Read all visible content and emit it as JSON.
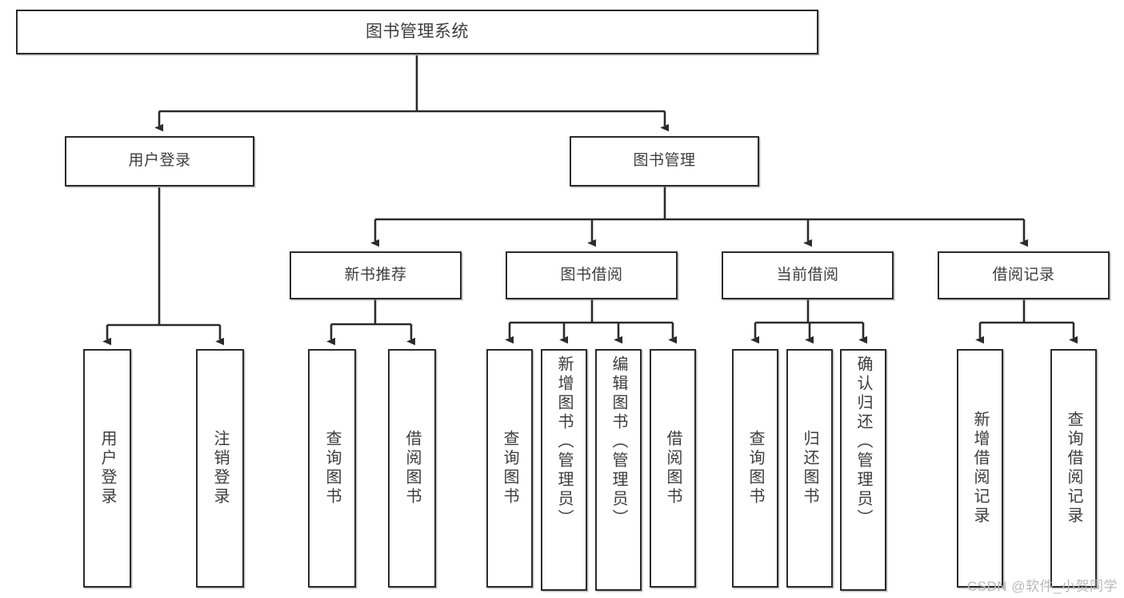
{
  "diagram": {
    "title": "图书管理系统",
    "type": "tree-hierarchy-diagram",
    "colors": {
      "box_border": "#2b2b2b",
      "box_fill": "#ffffff",
      "text": "#3d3d3d",
      "connector": "#2b2b2b",
      "watermark": "#b9b9b9",
      "background": "#ffffff"
    },
    "root": {
      "label": "图书管理系统"
    },
    "level1": [
      {
        "label": "用户登录"
      },
      {
        "label": "图书管理"
      }
    ],
    "level2": [
      {
        "label": "新书推荐"
      },
      {
        "label": "图书借阅"
      },
      {
        "label": "当前借阅"
      },
      {
        "label": "借阅记录"
      }
    ],
    "leaves": {
      "user_login": [
        {
          "label": "用户登录"
        },
        {
          "label": "注销登录"
        }
      ],
      "new_book_recommend": [
        {
          "label": "查询图书"
        },
        {
          "label": "借阅图书"
        }
      ],
      "book_borrow": [
        {
          "label": "查询图书"
        },
        {
          "label": "新增图书（管理员）"
        },
        {
          "label": "编辑图书（管理员）"
        },
        {
          "label": "借阅图书"
        }
      ],
      "current_borrow": [
        {
          "label": "查询图书"
        },
        {
          "label": "归还图书"
        },
        {
          "label": "确认归还（管理员）"
        }
      ],
      "borrow_record": [
        {
          "label": "新增借阅记录"
        },
        {
          "label": "查询借阅记录"
        }
      ]
    }
  },
  "watermark": {
    "text": "CSDN @软件_小贺同学"
  }
}
